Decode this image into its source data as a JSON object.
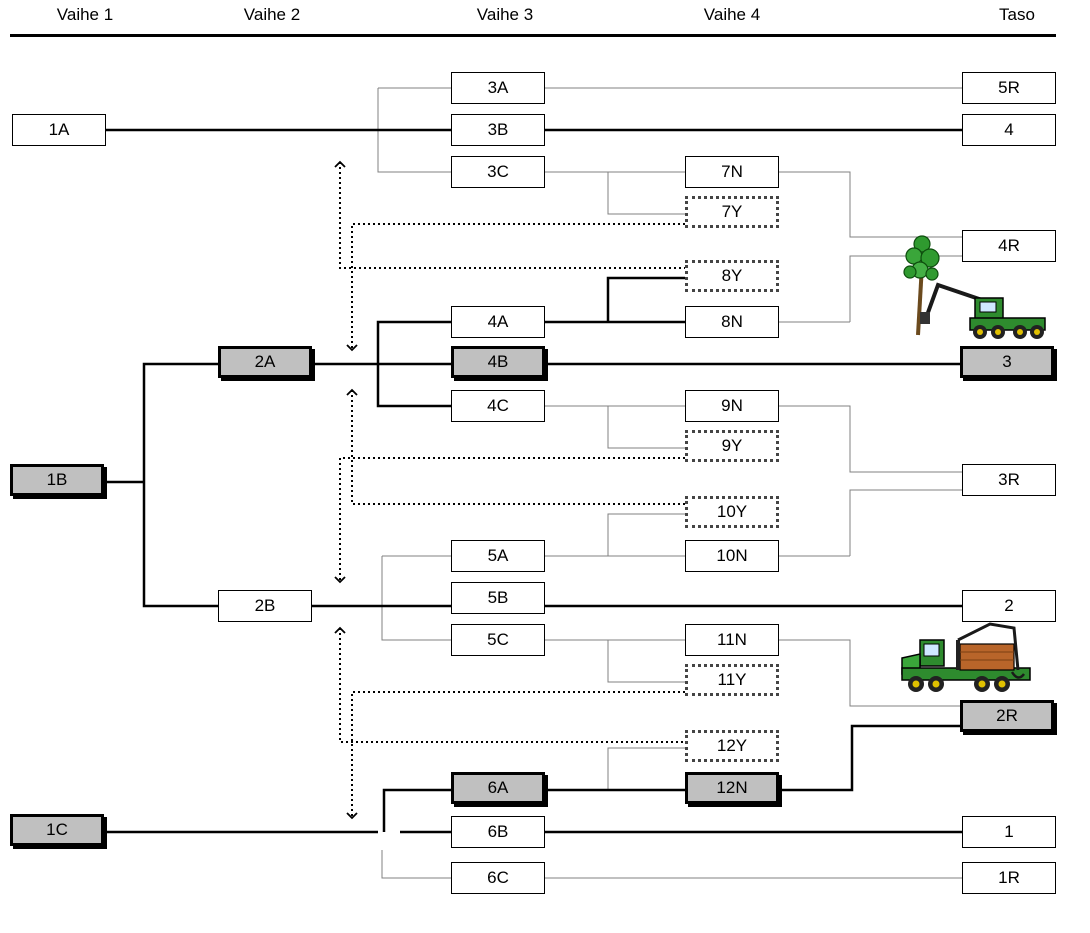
{
  "headers": {
    "phase1": "Vaihe 1",
    "phase2": "Vaihe 2",
    "phase3": "Vaihe 3",
    "phase4": "Vaihe 4",
    "level": "Taso"
  },
  "nodes": {
    "n1A": "1A",
    "n1B": "1B",
    "n1C": "1C",
    "n2A": "2A",
    "n2B": "2B",
    "n3A": "3A",
    "n3B": "3B",
    "n3C": "3C",
    "n4A": "4A",
    "n4B": "4B",
    "n4C": "4C",
    "n5A": "5A",
    "n5B": "5B",
    "n5C": "5C",
    "n6A": "6A",
    "n6B": "6B",
    "n6C": "6C",
    "n7N": "7N",
    "n7Y": "7Y",
    "n8Y": "8Y",
    "n8N": "8N",
    "n9N": "9N",
    "n9Y": "9Y",
    "n10Y": "10Y",
    "n10N": "10N",
    "n11N": "11N",
    "n11Y": "11Y",
    "n12Y": "12Y",
    "n12N": "12N",
    "t5R": "5R",
    "t4": "4",
    "t4R": "4R",
    "t3": "3",
    "t3R": "3R",
    "t2": "2",
    "t2R": "2R",
    "t1": "1",
    "t1R": "1R"
  },
  "icons": [
    "tree-icon",
    "harvester-icon",
    "forwarder-icon"
  ],
  "colors": {
    "highlight_fill": "#c0c0c0",
    "machine_green": "#2e8b2e",
    "log_brown": "#b8652a"
  }
}
